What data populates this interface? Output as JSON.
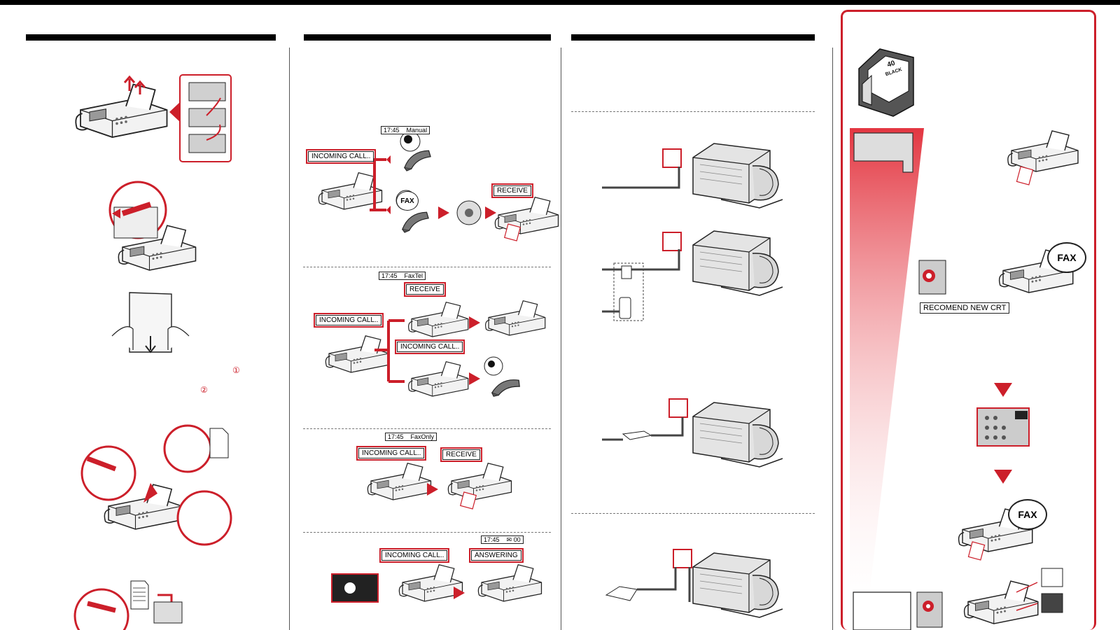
{
  "labels": {
    "incoming_call": "INCOMING CALL..",
    "receive": "RECEIVE",
    "answering": "ANSWERING",
    "fax": "FAX",
    "recommend": "RECOMEND NEW CRT"
  },
  "lcd": {
    "manual": {
      "time": "17:45",
      "mode": "Manual"
    },
    "faxtel": {
      "time": "17:45",
      "mode": "FaxTel"
    },
    "faxonly": {
      "time": "17:45",
      "mode": "FaxOnly"
    },
    "answering": {
      "time": "17:45",
      "mode": "✉ 00"
    }
  },
  "steps": {
    "one": "①",
    "two": "②"
  },
  "cartridge": {
    "number": "40",
    "color": "BLACK"
  },
  "colors": {
    "accent": "#cc1f2a",
    "ink": "#000000"
  }
}
